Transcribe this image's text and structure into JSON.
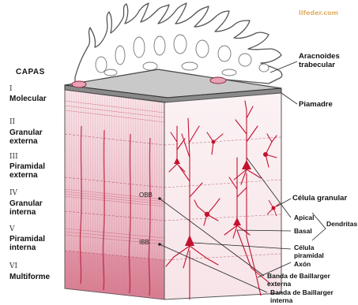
{
  "watermark": "lifeder.com",
  "capas_title": "CAPAS",
  "layers": [
    {
      "num": "I",
      "name": "Molecular"
    },
    {
      "num": "II",
      "name": "Granular\nexterna"
    },
    {
      "num": "III",
      "name": "Piramidal\nexterna"
    },
    {
      "num": "IV",
      "name": "Granular\ninterna"
    },
    {
      "num": "V",
      "name": "Piramidal\ninterna"
    },
    {
      "num": "VI",
      "name": "Multiforme"
    }
  ],
  "labels": {
    "aracnoides": "Aracnoides\ntrabecular",
    "piamadre": "Piamadre",
    "celula_granular": "Célula granular",
    "apical": "Apical",
    "basal": "Basal",
    "dendritas": "Dendritas",
    "celula_piramidal": "Célula\npiramidal",
    "axon": "Axón",
    "banda_externa": "Banda de Baillarger\nexterna",
    "banda_interna": "Banda de Baillarger\ninterna"
  },
  "inner_labels": {
    "obb": "OBB",
    "ibb": "IBB"
  },
  "colors": {
    "neuron": "#c4122f",
    "tissue_light": "#f6dde2",
    "tissue_dark": "#c93b55"
  }
}
